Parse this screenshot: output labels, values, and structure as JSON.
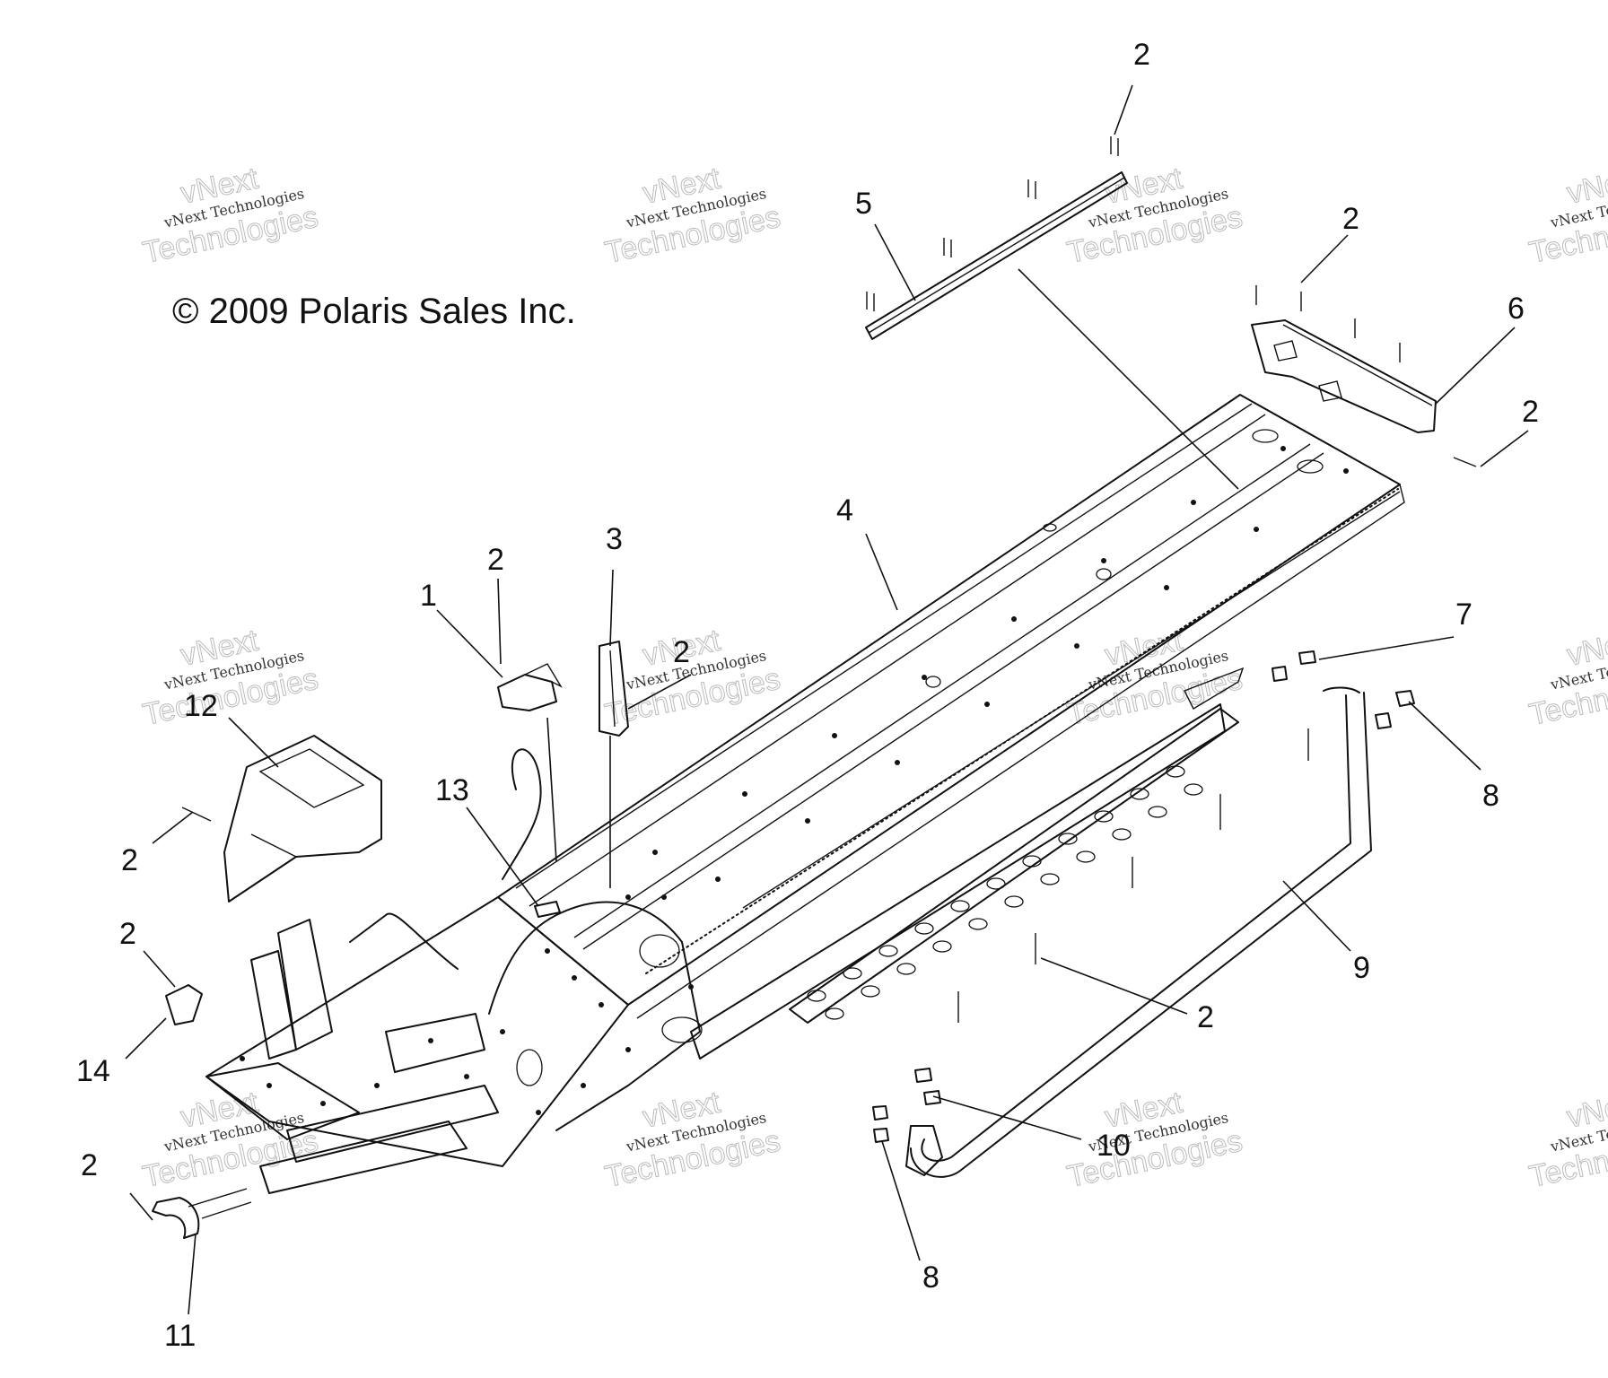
{
  "copyright": "© 2009 Polaris Sales Inc.",
  "watermark": {
    "line1": "vNext",
    "line2": "vNext Technologies",
    "line3": "Technologies"
  },
  "callouts": {
    "c1": "1",
    "c2": "2",
    "c3": "3",
    "c4": "4",
    "c5": "5",
    "c6": "6",
    "c7": "7",
    "c8": "8",
    "c9": "9",
    "c10": "10",
    "c11": "11",
    "c12": "12",
    "c13": "13",
    "c14": "14"
  }
}
